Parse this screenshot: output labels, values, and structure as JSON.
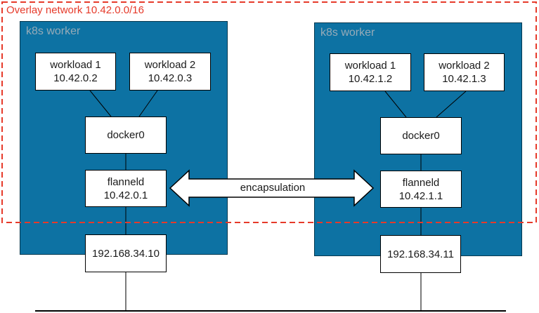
{
  "diagram": {
    "overlay_label": "Overlay network 10.42.0.0/16",
    "encapsulation_label": "encapsulation",
    "colors": {
      "overlay_boundary_red": "#e63a2a",
      "worker_blue": "#0d72a3",
      "worker_label_gray": "#96abb8",
      "node_box_white": "#ffffff",
      "line_black": "#000000",
      "line_gray": "#7c7c7c"
    },
    "workers": [
      {
        "label": "k8s worker",
        "workload1": {
          "name": "workload 1",
          "ip": "10.42.0.2"
        },
        "workload2": {
          "name": "workload 2",
          "ip": "10.42.0.3"
        },
        "docker0_label": "docker0",
        "flanneld": {
          "name": "flanneld",
          "ip": "10.42.0.1"
        },
        "host_ip": "192.168.34.10"
      },
      {
        "label": "k8s worker",
        "workload1": {
          "name": "workload 1",
          "ip": "10.42.1.2"
        },
        "workload2": {
          "name": "workload 2",
          "ip": "10.42.1.3"
        },
        "docker0_label": "docker0",
        "flanneld": {
          "name": "flanneld",
          "ip": "10.42.1.1"
        },
        "host_ip": "192.168.34.11"
      }
    ]
  }
}
